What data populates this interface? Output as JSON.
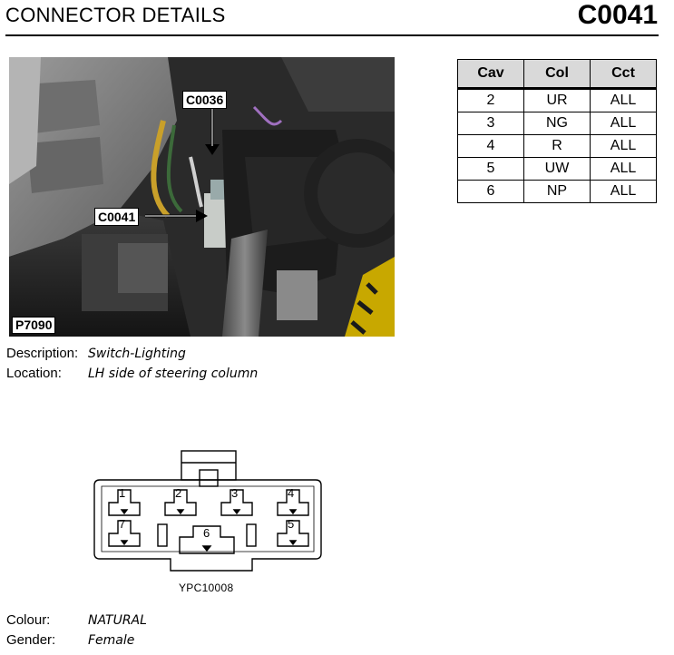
{
  "header": {
    "title": "CONNECTOR DETAILS",
    "code": "C0041"
  },
  "photo": {
    "callout_upper": "C0036",
    "callout_lower": "C0041",
    "photo_id": "P7090"
  },
  "pin_table": {
    "headers": [
      "Cav",
      "Col",
      "Cct"
    ],
    "rows": [
      [
        "2",
        "UR",
        "ALL"
      ],
      [
        "3",
        "NG",
        "ALL"
      ],
      [
        "4",
        "R",
        "ALL"
      ],
      [
        "5",
        "UW",
        "ALL"
      ],
      [
        "6",
        "NP",
        "ALL"
      ]
    ]
  },
  "details": {
    "description_label": "Description:",
    "description_value": "Switch-Lighting",
    "location_label": "Location:",
    "location_value": "LH side of steering column",
    "colour_label": "Colour:",
    "colour_value": "NATURAL",
    "gender_label": "Gender:",
    "gender_value": "Female"
  },
  "diagram": {
    "caption": "YPC10008",
    "pins_top": [
      "1",
      "2",
      "3",
      "4"
    ],
    "pins_bottom": [
      "7",
      "6",
      "5"
    ]
  }
}
